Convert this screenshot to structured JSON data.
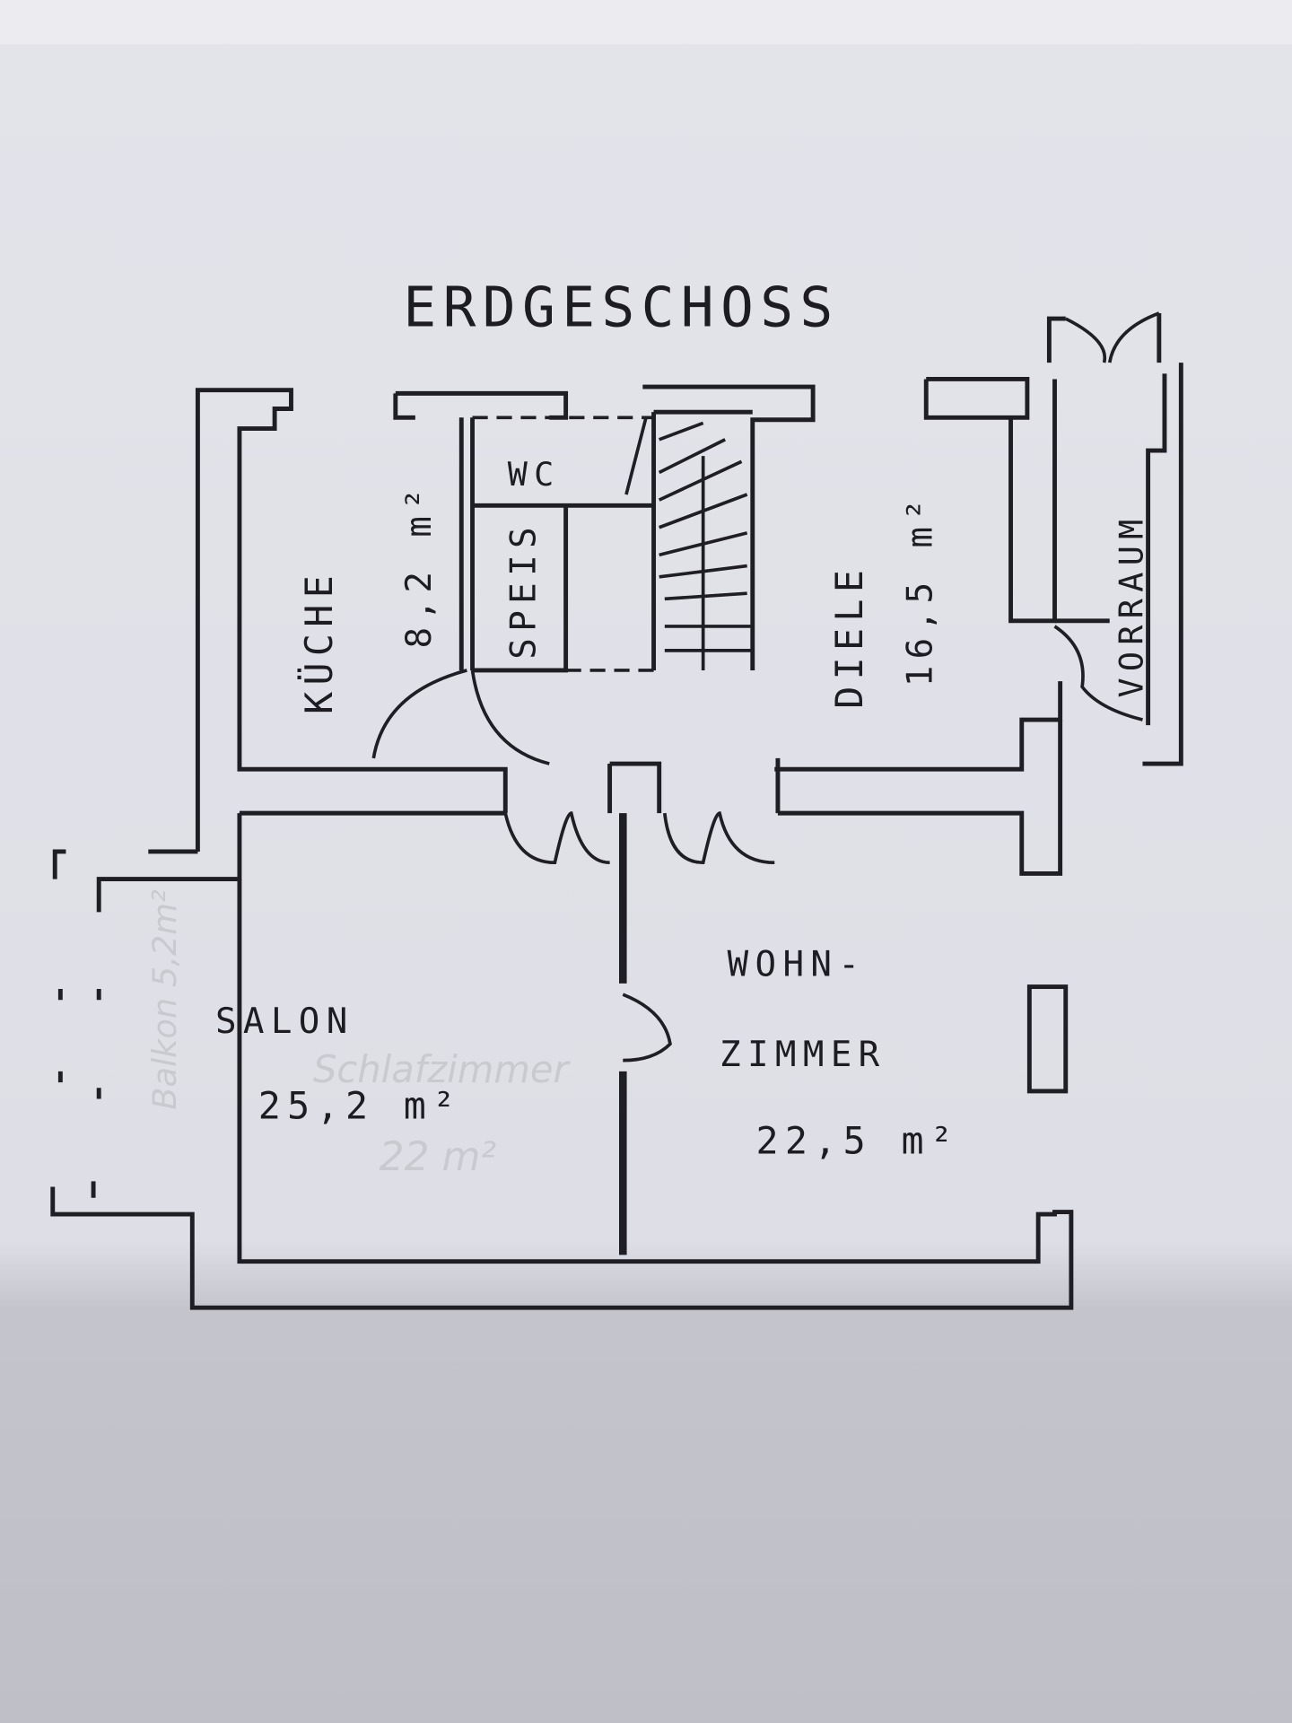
{
  "plan": {
    "title": "ERDGESCHOSS",
    "rooms": {
      "kueche": {
        "name": "KÜCHE",
        "area": "8,2 m²"
      },
      "speis": {
        "name": "SPEIS"
      },
      "wc": {
        "name": "WC"
      },
      "diele": {
        "name": "DIELE",
        "area": "16,5 m²"
      },
      "vorraum": {
        "name": "VORRAUM"
      },
      "salon": {
        "name": "SALON",
        "area": "25,2 m²"
      },
      "wohnzimmer": {
        "name_line1": "WOHN-",
        "name_line2": "ZIMMER",
        "area": "22,5 m²"
      }
    },
    "bleed_through": {
      "schlafzimmer": "Schlafzimmer",
      "schlafzimmer_area": "22 m²",
      "balkon": "Balkon 5,2m²"
    }
  },
  "colors": {
    "paper": "#e3e3ea",
    "ink": "#1e1e24",
    "shadow": "#b4b4bc"
  }
}
